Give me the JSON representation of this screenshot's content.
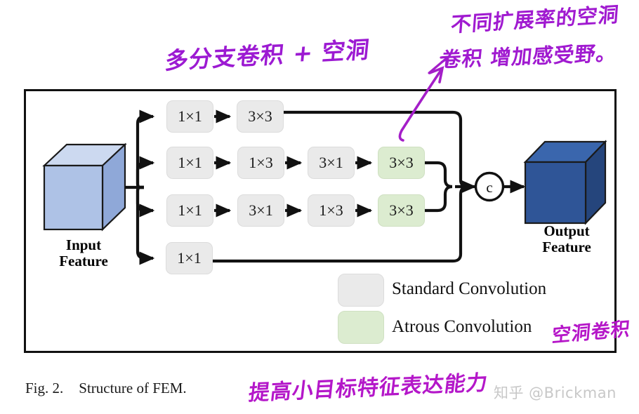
{
  "figure": {
    "caption_label": "Fig. 2.",
    "caption_text": "Structure of FEM.",
    "input_label_line1": "Input",
    "input_label_line2": "Feature",
    "output_label_line1": "Output",
    "output_label_line2": "Feature",
    "concat_symbol": "c"
  },
  "branches": [
    {
      "id": "branch-1",
      "boxes": [
        {
          "label": "1×1",
          "kind": "standard"
        },
        {
          "label": "3×3",
          "kind": "standard"
        }
      ]
    },
    {
      "id": "branch-2",
      "boxes": [
        {
          "label": "1×1",
          "kind": "standard"
        },
        {
          "label": "1×3",
          "kind": "standard"
        },
        {
          "label": "3×1",
          "kind": "standard"
        },
        {
          "label": "3×3",
          "kind": "atrous"
        }
      ]
    },
    {
      "id": "branch-3",
      "boxes": [
        {
          "label": "1×1",
          "kind": "standard"
        },
        {
          "label": "3×1",
          "kind": "standard"
        },
        {
          "label": "1×3",
          "kind": "standard"
        },
        {
          "label": "3×3",
          "kind": "atrous"
        }
      ]
    },
    {
      "id": "branch-4",
      "boxes": [
        {
          "label": "1×1",
          "kind": "standard"
        }
      ]
    }
  ],
  "legend": [
    {
      "label": "Standard Convolution",
      "kind": "standard"
    },
    {
      "label": "Atrous Convolution",
      "kind": "atrous"
    }
  ],
  "annotations": {
    "top_left": "多分支卷积 + 空洞",
    "top_right_line1": "不同扩展率的空洞",
    "top_right_line2": "卷积 增加感受野。",
    "legend_note": "空洞卷积",
    "caption_note": "提高小目标特征表达能力"
  },
  "watermark": "知乎 @Brickman",
  "colors": {
    "standard_fill": "#eaeaea",
    "standard_stroke": "#dcdcdc",
    "atrous_fill": "#dcecd0",
    "atrous_stroke": "#cfe0c2",
    "input_cube_front": "#aec2e6",
    "input_cube_top": "#ccd9f0",
    "input_cube_side": "#8fa8d8",
    "output_cube_front": "#2f5597",
    "output_cube_top": "#3a66ad",
    "output_cube_side": "#25457c",
    "annotation_purple": "#a41ec8",
    "line_black": "#111111",
    "watermark_gray": "#c8c8c8"
  }
}
